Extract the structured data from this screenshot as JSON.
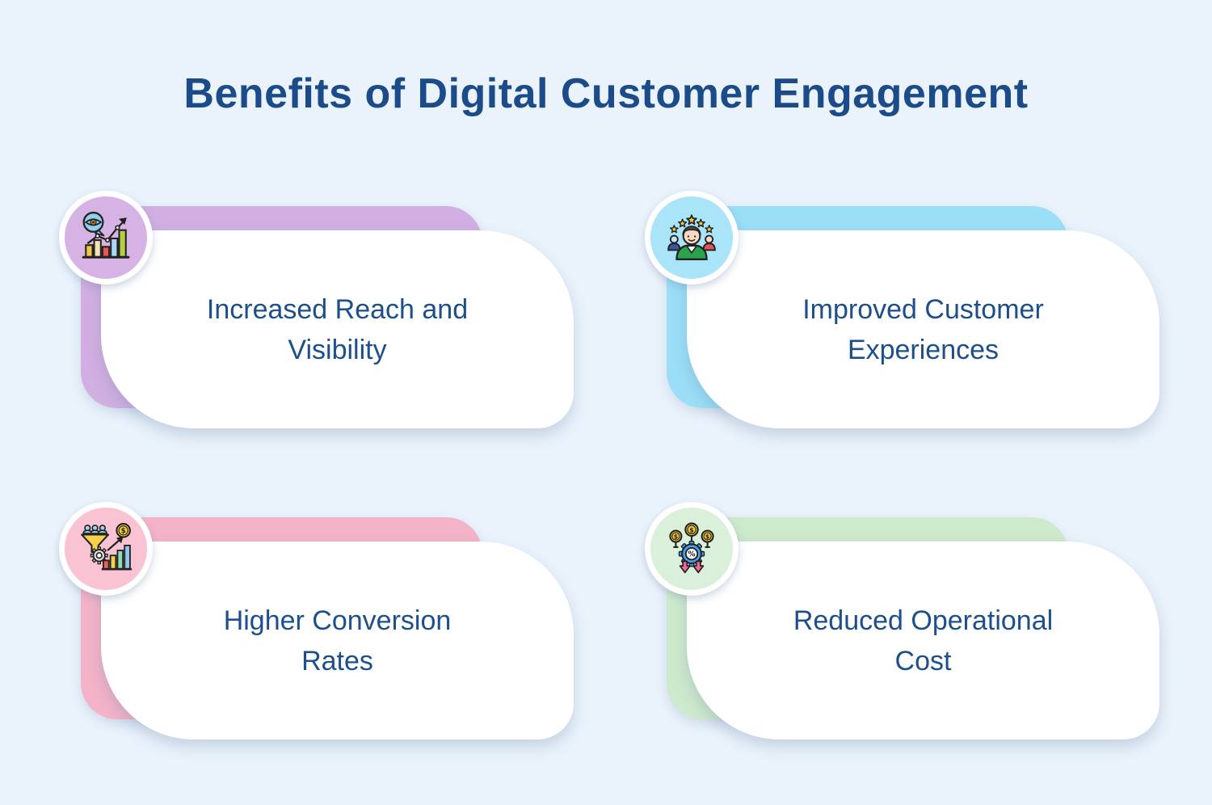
{
  "page": {
    "background_color": "#eaf3fc"
  },
  "title": {
    "text": "Benefits of Digital Customer Engagement",
    "color": "#1b4b88"
  },
  "card_text_color": "#1d4f8c",
  "cards": [
    {
      "name": "increased-reach-and-visibility",
      "lines": [
        "Increased Reach and",
        "Visibility"
      ],
      "accent": "#d2afe2",
      "badge_bg": "#d7b3e5",
      "icon": "visibility-growth-icon"
    },
    {
      "name": "improved-customer-experiences",
      "lines": [
        "Improved Customer",
        "Experiences"
      ],
      "accent": "#9bdff7",
      "badge_bg": "#a9e4f8",
      "icon": "customer-stars-icon"
    },
    {
      "name": "higher-conversion-rates",
      "lines": [
        "Higher Conversion",
        "Rates"
      ],
      "accent": "#f4b3c8",
      "badge_bg": "#f9c3d3",
      "icon": "funnel-conversion-icon"
    },
    {
      "name": "reduced-operational-cost",
      "lines": [
        "Reduced Operational",
        "Cost"
      ],
      "accent": "#cdeacd",
      "badge_bg": "#daf0da",
      "icon": "cost-reduction-icon"
    }
  ]
}
